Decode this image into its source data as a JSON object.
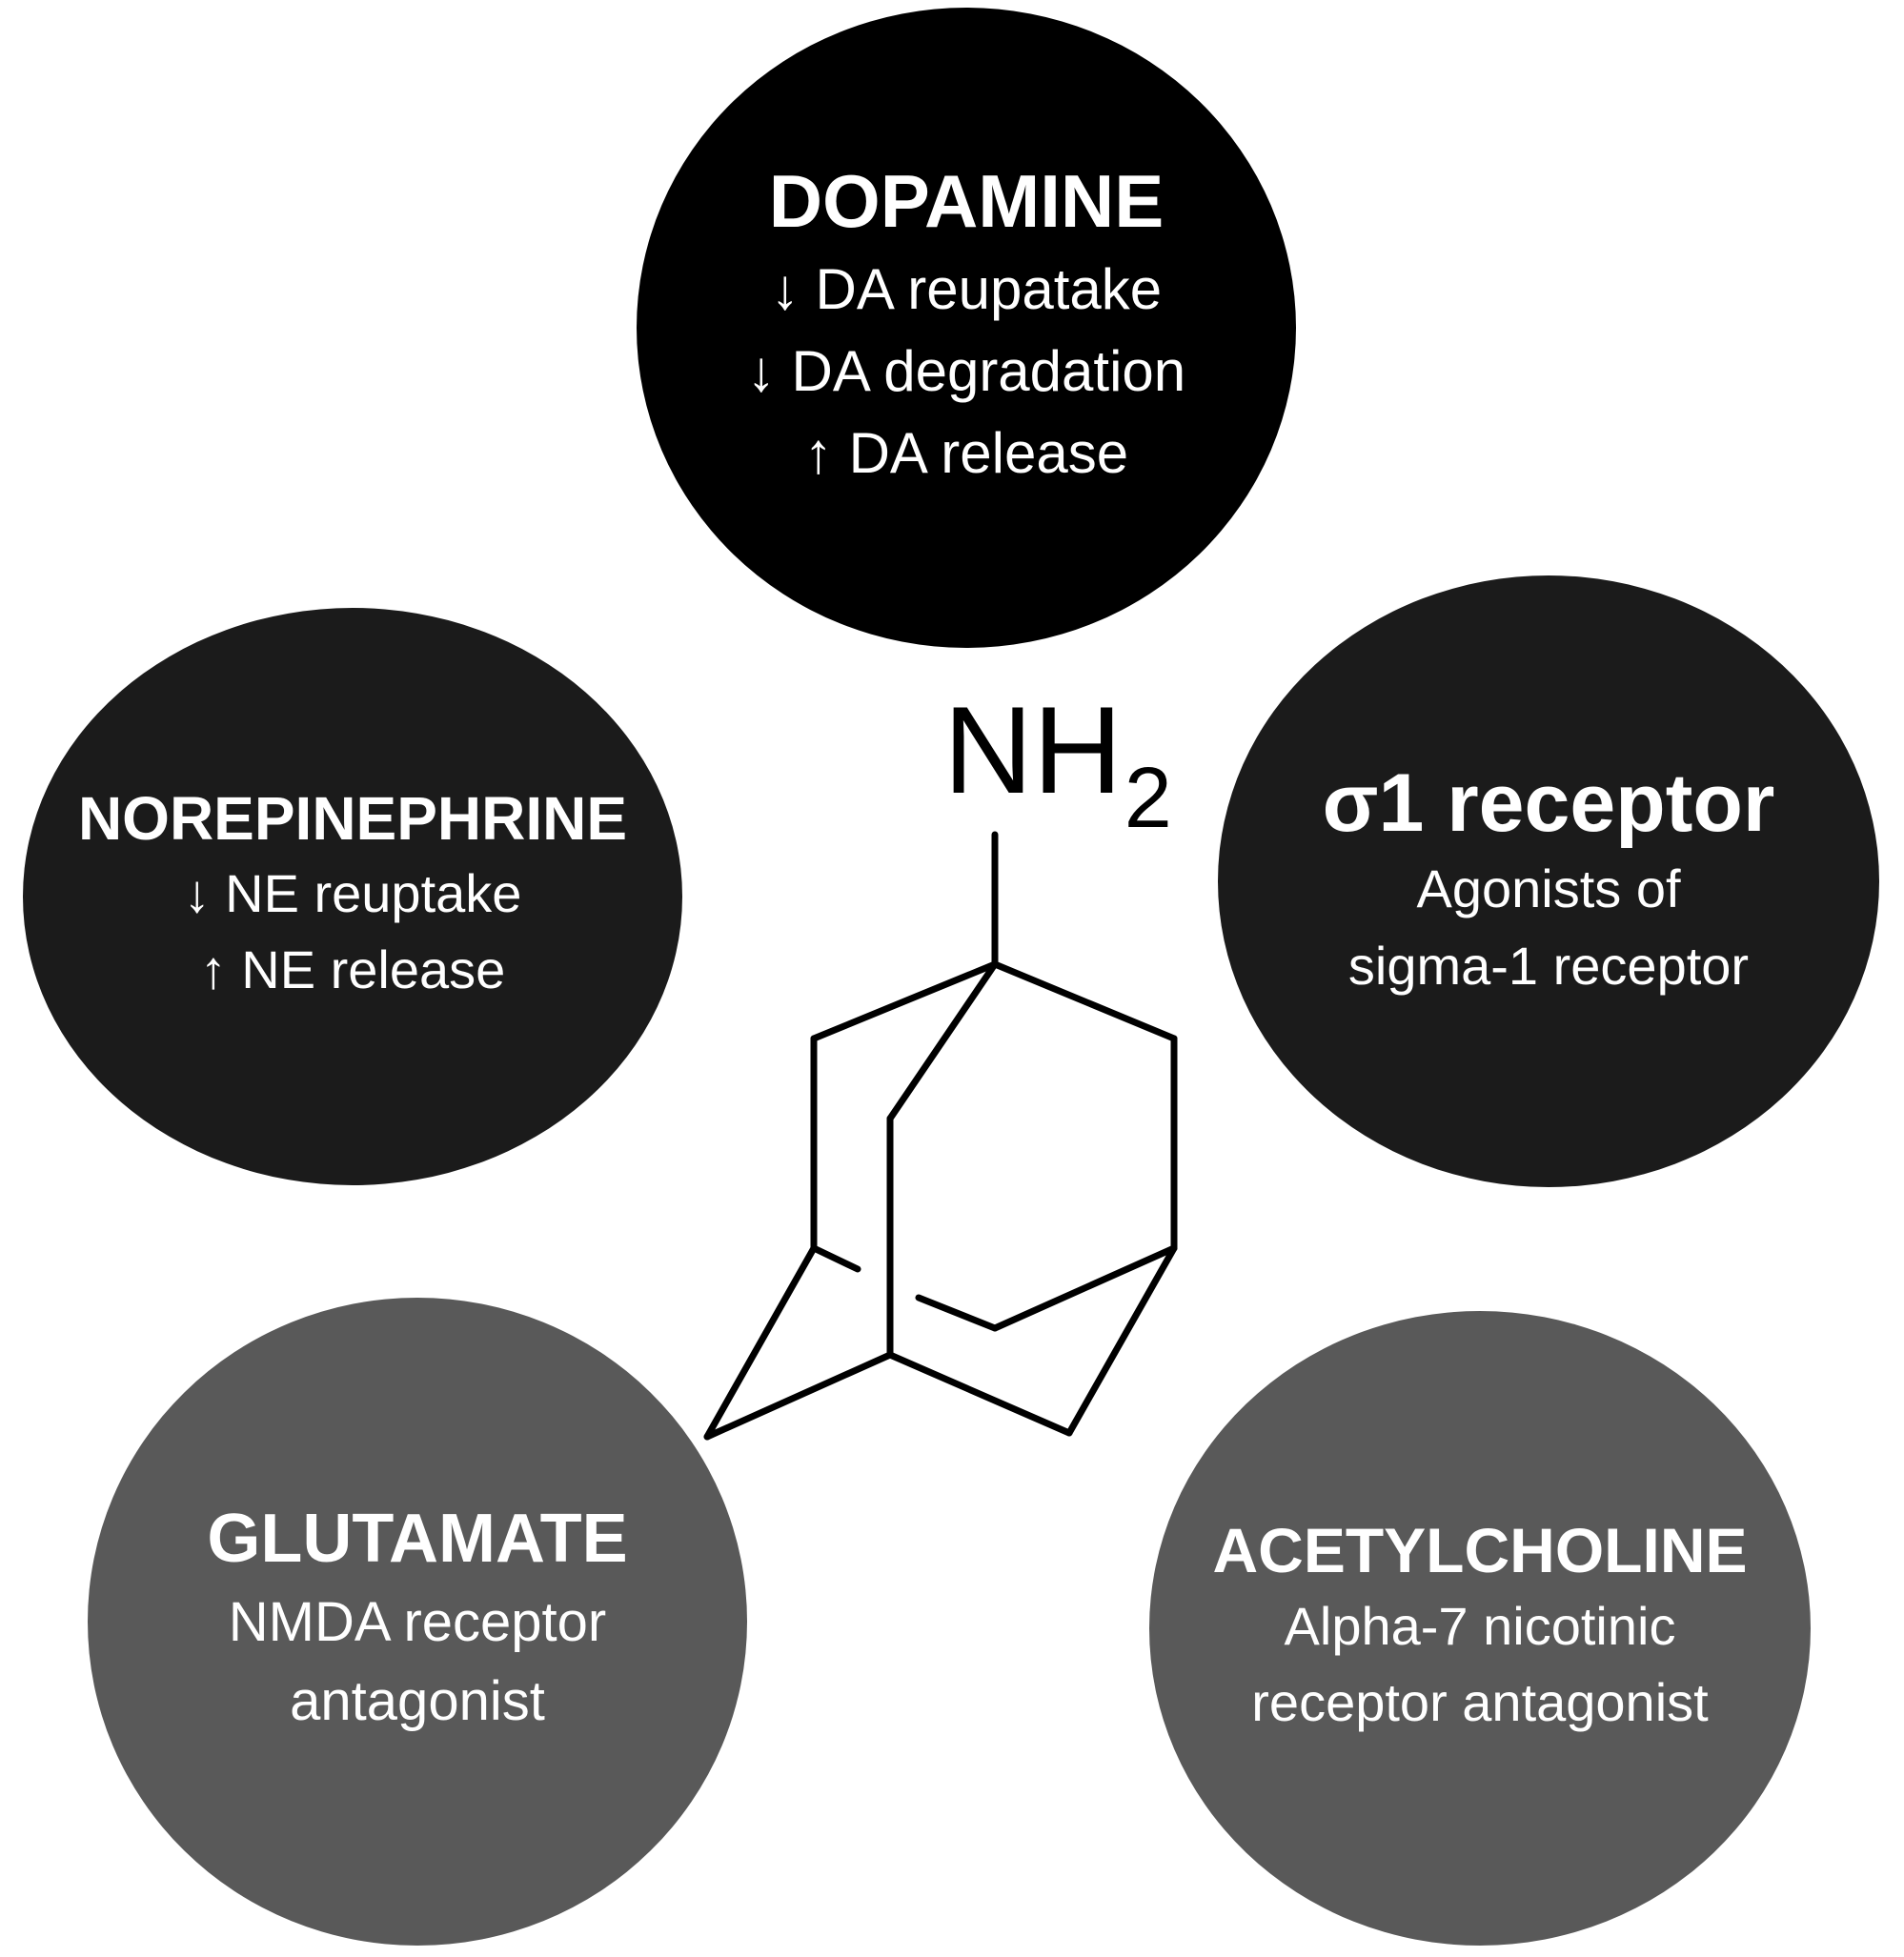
{
  "molecule": {
    "group_main": "NH",
    "group_sub": "2"
  },
  "bubbles": {
    "dopamine": {
      "title": "DOPAMINE",
      "lines": [
        "↓ DA reupatake",
        "↓ DA degradation",
        "↑ DA release"
      ],
      "color": "#000000"
    },
    "norepinephrine": {
      "title": "NOREPINEPHRINE",
      "lines": [
        "↓ NE reuptake",
        "↑ NE release"
      ],
      "color": "#1b1b1b"
    },
    "sigma": {
      "title": "σ1 receptor",
      "lines": [
        "Agonists of",
        "sigma-1 receptor"
      ],
      "color": "#1b1b1b"
    },
    "glutamate": {
      "title": "GLUTAMATE",
      "lines": [
        "NMDA receptor",
        "antagonist"
      ],
      "color": "#595959"
    },
    "acetylcholine": {
      "title": "ACETYLCHOLINE",
      "lines": [
        "Alpha-7 nicotinic",
        "receptor antagonist"
      ],
      "color": "#595959"
    }
  }
}
